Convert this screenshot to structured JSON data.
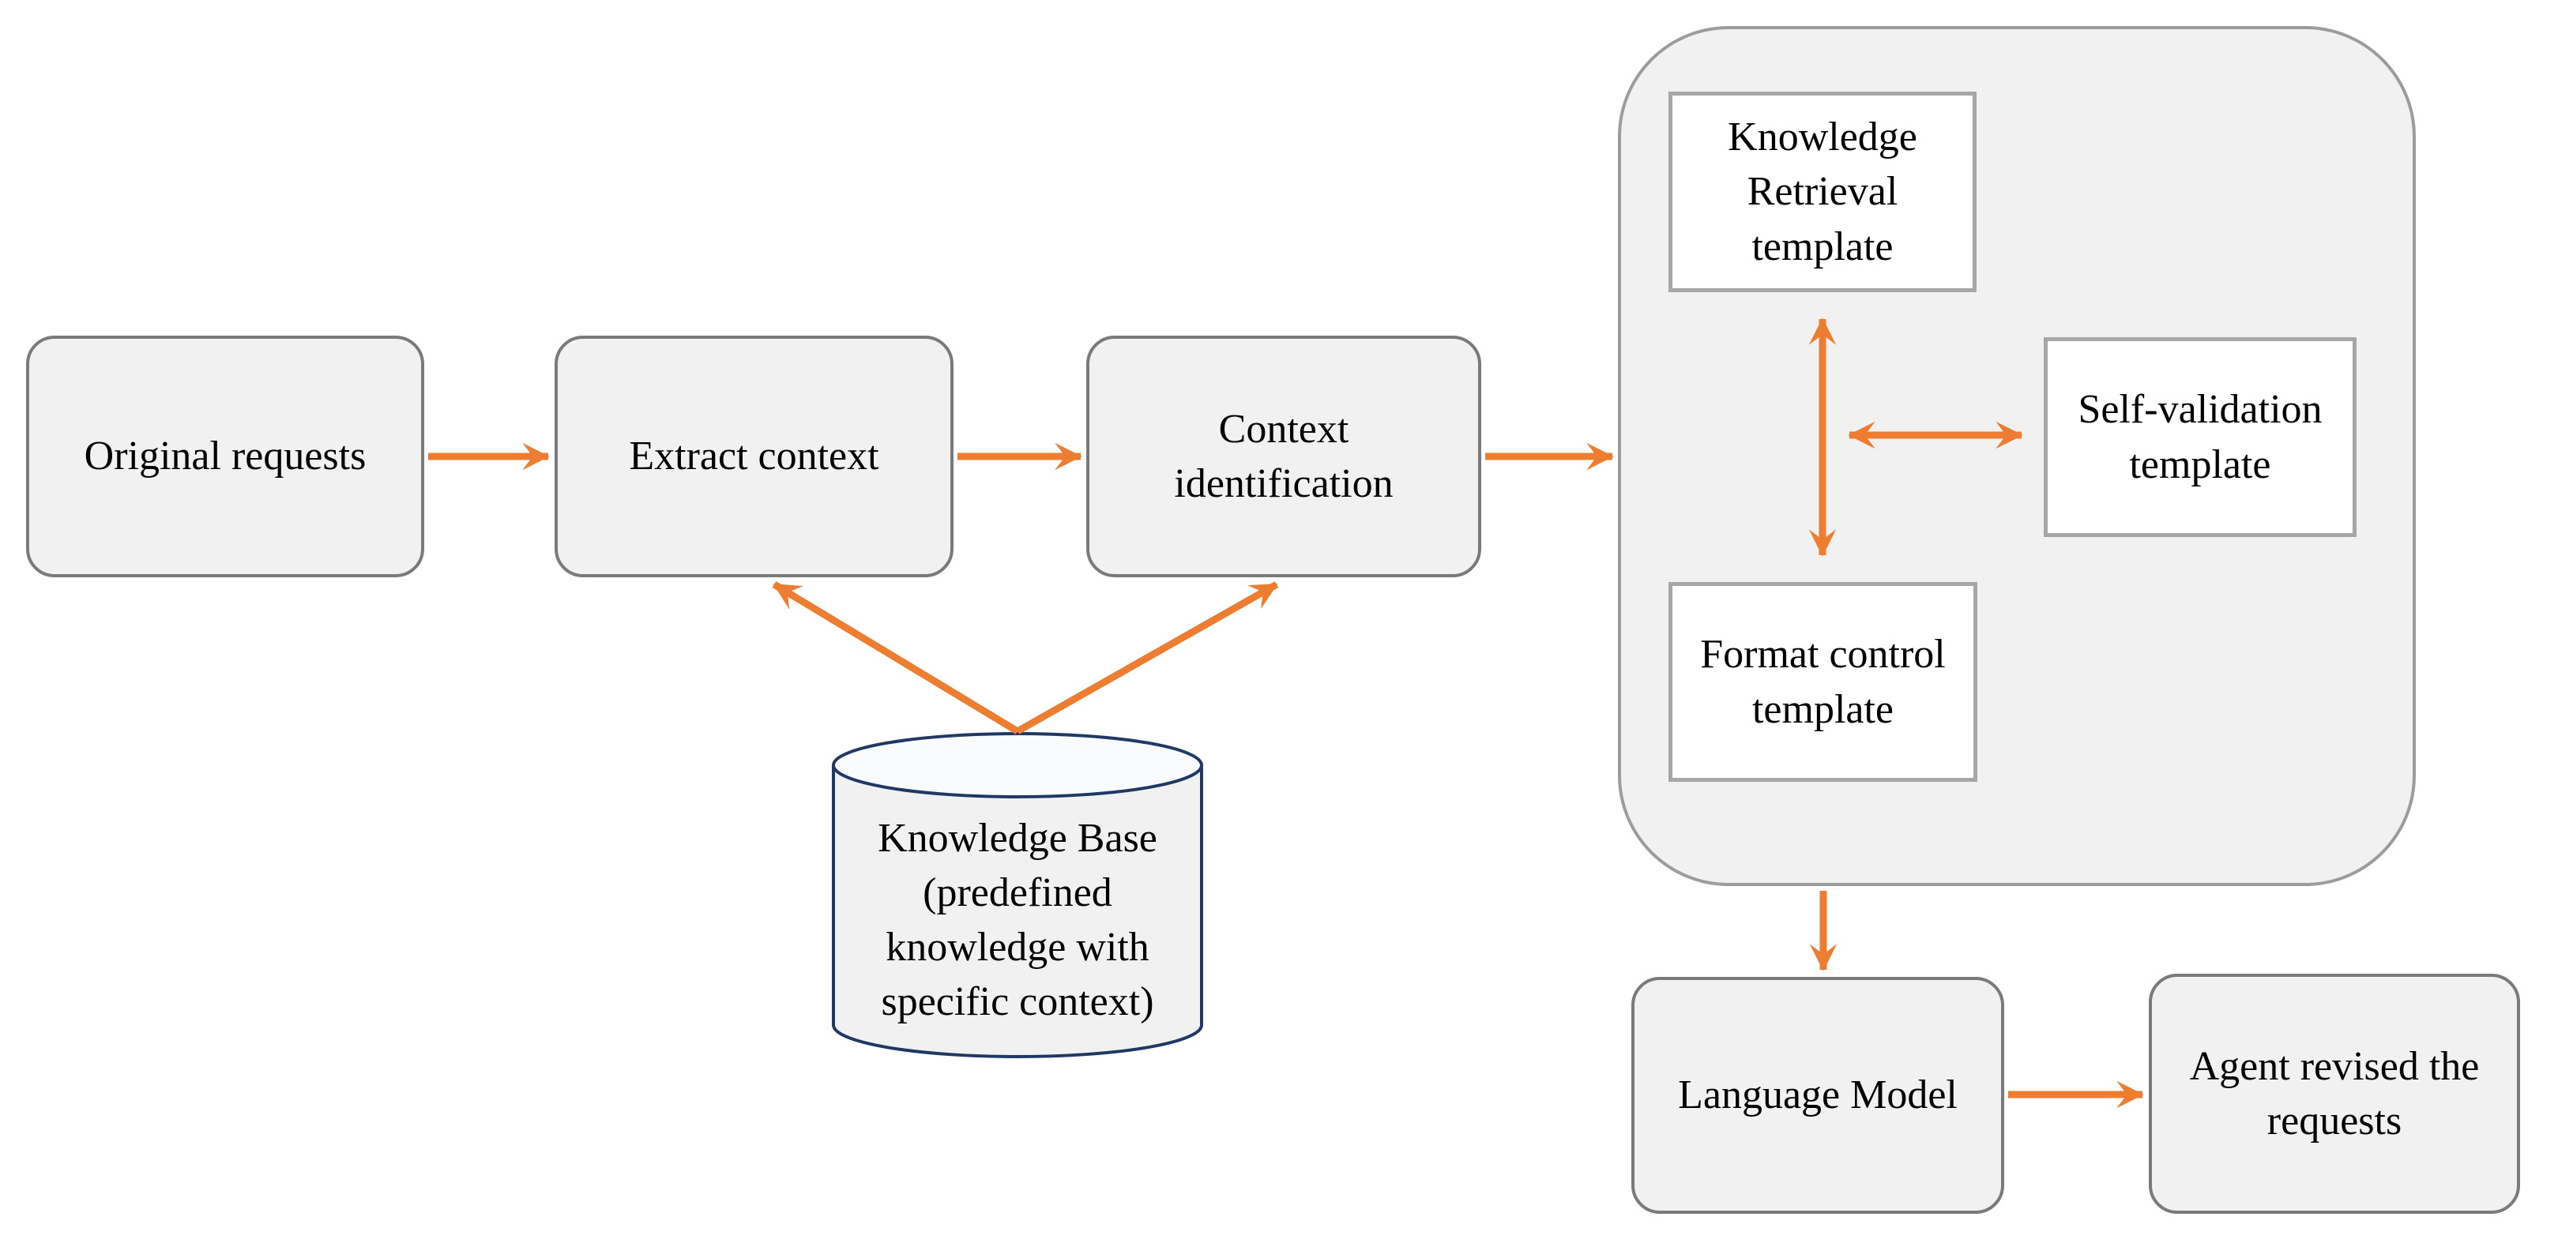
{
  "figure": {
    "type": "flowchart",
    "background": "#FFFFFF",
    "colors": {
      "arrow": "#ED7D31",
      "node_fill": "#F1F1F2",
      "node_border": "#7A7A7A",
      "container_fill": "#F1F1F2",
      "container_border": "#9C9C9C",
      "template_box_fill": "#FFFFFF",
      "template_box_border": "#A6A6A6",
      "cylinder_border": "#1F3864",
      "text": "#000000"
    },
    "nodes": {
      "original_requests": {
        "label": "Original requests",
        "shape": "rounded-rectangle"
      },
      "extract_context": {
        "label": "Extract context",
        "shape": "rounded-rectangle"
      },
      "context_identification": {
        "label": "Context identification",
        "shape": "rounded-rectangle"
      },
      "template_container": {
        "label": "",
        "shape": "large-rounded-container"
      },
      "knowledge_retrieval_template": {
        "label": "Knowledge Retrieval template",
        "shape": "rectangle"
      },
      "self_validation_template": {
        "label": "Self-validation template",
        "shape": "rectangle"
      },
      "format_control_template": {
        "label": "Format control template",
        "shape": "rectangle"
      },
      "knowledge_base": {
        "label": "Knowledge Base (predefined knowledge with specific context)",
        "shape": "cylinder"
      },
      "language_model": {
        "label": "Language Model",
        "shape": "rounded-rectangle"
      },
      "agent_revised": {
        "label": "Agent revised the requests",
        "shape": "rounded-rectangle"
      }
    },
    "edges": [
      {
        "from": "original_requests",
        "to": "extract_context",
        "type": "arrow"
      },
      {
        "from": "extract_context",
        "to": "context_identification",
        "type": "arrow"
      },
      {
        "from": "context_identification",
        "to": "template_container",
        "type": "arrow"
      },
      {
        "from": "knowledge_base",
        "to": "extract_context",
        "type": "arrow"
      },
      {
        "from": "knowledge_base",
        "to": "context_identification",
        "type": "arrow"
      },
      {
        "from": "knowledge_retrieval_template",
        "to": "format_control_template",
        "type": "double-arrow"
      },
      {
        "from": "knowledge_retrieval_template / format_control_template",
        "to": "self_validation_template",
        "type": "double-arrow"
      },
      {
        "from": "template_container",
        "to": "language_model",
        "type": "arrow"
      },
      {
        "from": "language_model",
        "to": "agent_revised",
        "type": "arrow"
      }
    ]
  }
}
